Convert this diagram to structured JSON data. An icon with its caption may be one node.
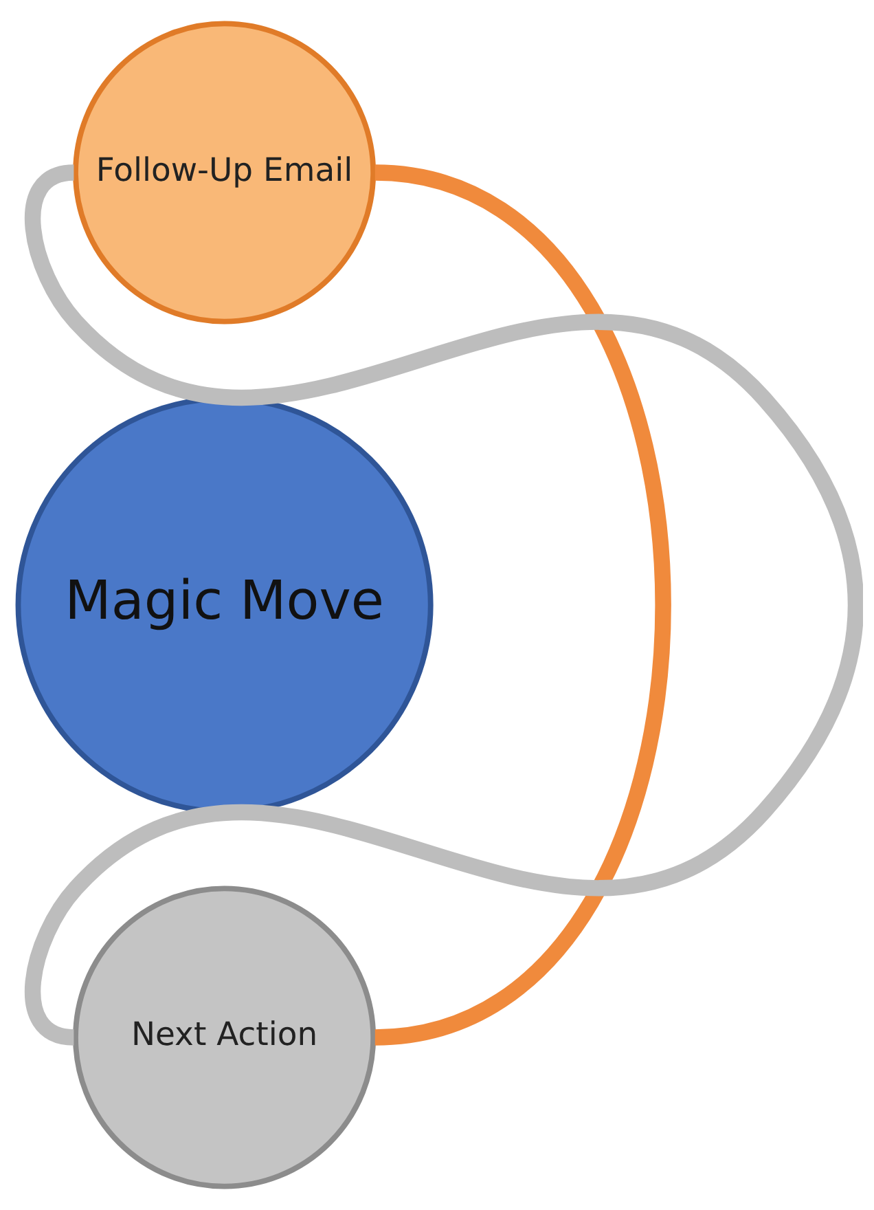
{
  "diagram": {
    "nodes": [
      {
        "text": [
          "Follow-Up Email"
        ]
      },
      {
        "text": [
          "Magic Move"
        ]
      },
      {
        "text": [
          "Next Action"
        ]
      }
    ],
    "edges": [
      {
        "from": 0,
        "to": 2,
        "arrow": "none",
        "color": "#f08a3c"
      },
      {
        "from": 2,
        "to": 0,
        "arrow": "none",
        "color": "#bdbdbd"
      }
    ]
  }
}
